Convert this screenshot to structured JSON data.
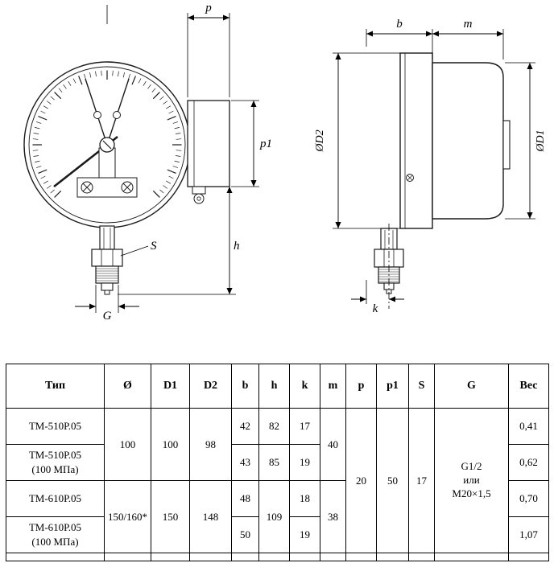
{
  "drawing": {
    "front": {
      "p": "p",
      "p1": "p1",
      "h": "h",
      "s": "S",
      "g": "G"
    },
    "side": {
      "b": "b",
      "m": "m",
      "k": "k",
      "d1": "ØD1",
      "d2": "ØD2"
    }
  },
  "table": {
    "headers": {
      "type": "Тип",
      "dia": "Ø",
      "d1": "D1",
      "d2": "D2",
      "b": "b",
      "h": "h",
      "k": "k",
      "m": "m",
      "p": "p",
      "p1": "p1",
      "s": "S",
      "g": "G",
      "weight": "Вес"
    },
    "shared": {
      "p": "20",
      "p1": "50",
      "s": "17",
      "g1": "G1/2",
      "g2": "или",
      "g3": "M20×1,5"
    },
    "groups": {
      "tm510": {
        "dia": "100",
        "d1": "100",
        "d2": "98",
        "m": "40"
      },
      "tm610": {
        "dia": "150/160*",
        "d1": "150",
        "d2": "148",
        "h": "109",
        "m": "38"
      }
    },
    "rows": {
      "r1": {
        "type1": "ТМ-510Р.05",
        "b": "42",
        "h": "82",
        "k": "17",
        "weight": "0,41"
      },
      "r2": {
        "type1": "ТМ-510Р.05",
        "type2": "(100 МПа)",
        "b": "43",
        "h": "85",
        "k": "19",
        "weight": "0,62"
      },
      "r3": {
        "type1": "ТМ-610Р.05",
        "b": "48",
        "k": "18",
        "weight": "0,70"
      },
      "r4": {
        "type1": "ТМ-610Р.05",
        "type2": "(100 МПа)",
        "b": "50",
        "k": "19",
        "weight": "1,07"
      }
    }
  }
}
